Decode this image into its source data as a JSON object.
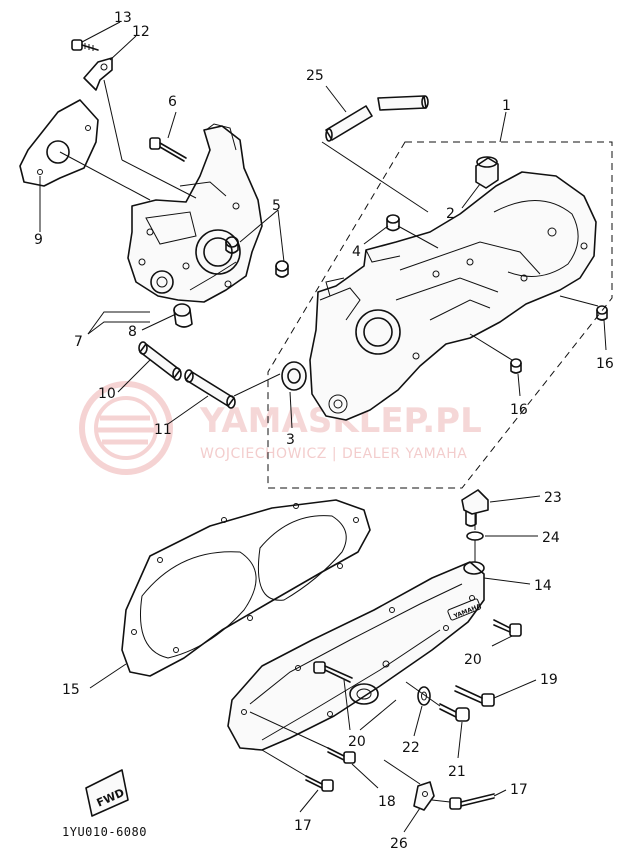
{
  "diagram_code": "1YU010-6080",
  "watermark": {
    "brand": "YAMASKLEP.PL",
    "dealer": "WOJCIECHOWICZ | DEALER YAMAHA"
  },
  "fwd_badge": "FWD",
  "cover_emblem": "YAMAHA",
  "callouts": {
    "c1": "1",
    "c2": "2",
    "c3": "3",
    "c4": "4",
    "c5": "5",
    "c6": "6",
    "c7": "7",
    "c8": "8",
    "c9": "9",
    "c10": "10",
    "c11": "11",
    "c12": "12",
    "c13": "13",
    "c14": "14",
    "c15": "15",
    "c16a": "16",
    "c16b": "16",
    "c17a": "17",
    "c17b": "17",
    "c18": "18",
    "c19": "19",
    "c20a": "20",
    "c20b": "20",
    "c20c": "20",
    "c21": "21",
    "c22": "22",
    "c23": "23",
    "c24": "24",
    "c25": "25",
    "c26": "26"
  },
  "colors": {
    "ink": "#111111",
    "watermark": "#e8a8a8"
  }
}
